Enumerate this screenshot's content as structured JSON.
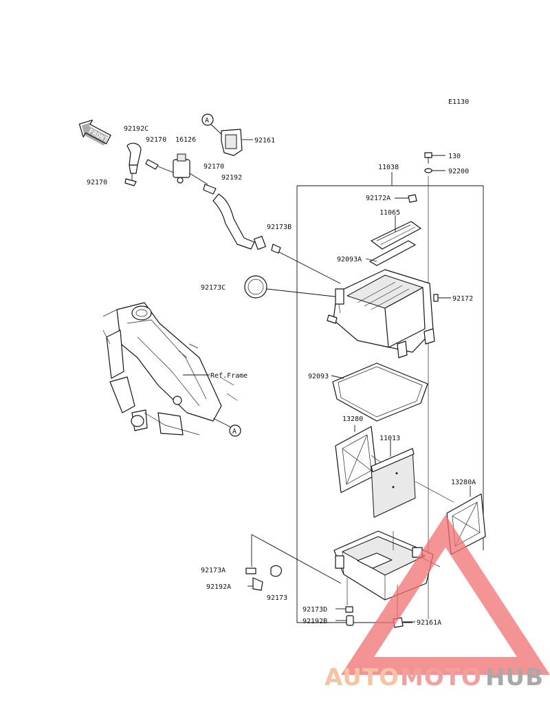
{
  "diagram_code": "E1130",
  "front_label": "FRONT",
  "ref_frame_label": "Ref.Frame",
  "callout_letter": "A",
  "parts": {
    "p92192C": "92192C",
    "p92170a": "92170",
    "p16126": "16126",
    "p92161": "92161",
    "p92170b": "92170",
    "p92170c": "92170",
    "p92192": "92192",
    "p92173B": "92173B",
    "p92173C": "92173C",
    "p130": "130",
    "p92200": "92200",
    "p11038": "11038",
    "p92172A": "92172A",
    "p11065": "11065",
    "p92093A": "92093A",
    "p92172": "92172",
    "p92093": "92093",
    "p13280": "13280",
    "p11013": "11013",
    "p13280A": "13280A",
    "p92173A": "92173A",
    "p92192A": "92192A",
    "p92173": "92173",
    "p92173D": "92173D",
    "p92192B": "92192B",
    "p92161A": "92161A"
  },
  "watermark": {
    "part1": "AUTO",
    "part2": "MOTO",
    "part3": "HUB",
    "color1": "#f4b183",
    "color2": "#f08080",
    "color3": "#8c8c8c",
    "triangle_color": "#f07070"
  }
}
